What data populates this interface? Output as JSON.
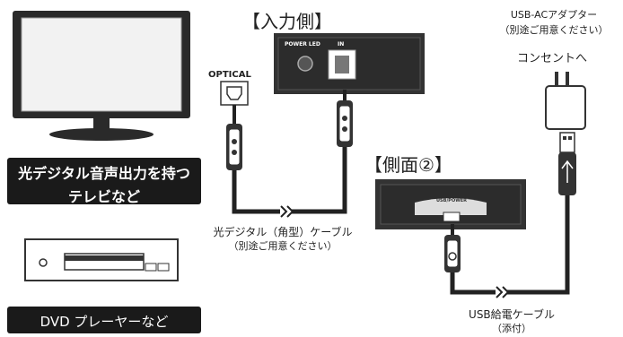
{
  "labels": {
    "input_side": "【入力側】",
    "side_two": "【側面②】",
    "usb_ac_adapter": "USB-ACアダプター",
    "usb_ac_adapter_note": "（別途ご用意ください）",
    "to_outlet": "コンセントへ",
    "optical": "OPTICAL",
    "power_led": "POWER LED",
    "in": "IN",
    "usb_power": "USB/POWER",
    "optical_cable": "光デジタル（角型）ケーブル",
    "optical_cable_note": "（別途ご用意ください）",
    "usb_cable": "USB給電ケーブル",
    "usb_cable_note": "（添付）"
  },
  "devices": {
    "tv_line1": "光デジタル音声出力を持つ",
    "tv_line2": "テレビなど",
    "dvd": "DVD プレーヤーなど"
  }
}
